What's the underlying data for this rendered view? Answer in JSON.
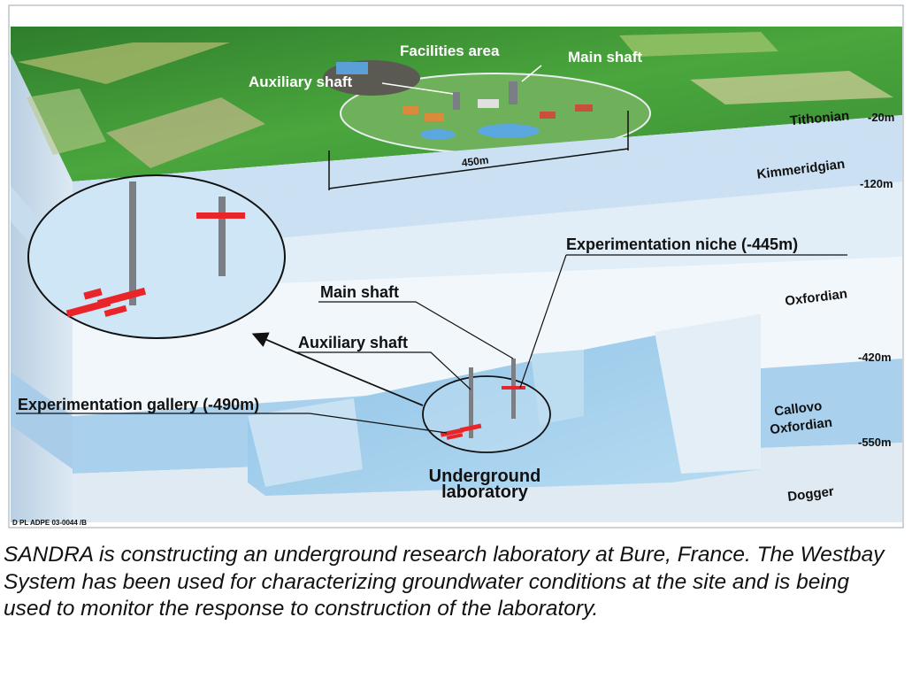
{
  "figure": {
    "labels": {
      "facilities_area": "Facilities area",
      "main_shaft_top": "Main shaft",
      "auxiliary_shaft_top": "Auxiliary shaft",
      "distance": "450m",
      "experimentation_niche": "Experimentation niche (-445m)",
      "main_shaft": "Main shaft",
      "auxiliary_shaft": "Auxiliary shaft",
      "experimentation_gallery": "Experimentation gallery (-490m)",
      "underground_line1": "Underground",
      "underground_line2": "laboratory",
      "credit": "D PL ADPE 03-0044 /B"
    },
    "strata": [
      {
        "name": "Tithonian",
        "depth": "-20m"
      },
      {
        "name": "Kimmeridgian",
        "depth": "-120m"
      },
      {
        "name": "Oxfordian",
        "depth": "-420m"
      },
      {
        "name": "Callovo",
        "name2": "Oxfordian",
        "depth": "-550m"
      },
      {
        "name": "Dogger",
        "depth": ""
      }
    ],
    "colors": {
      "surface_green": "#3f9a36",
      "layer_light_blue": "#cfe3f3",
      "layer_white": "#f4f8fb",
      "layer_mid_blue": "#9ccbeb",
      "gallery_red": "#e8262a",
      "shaft_gray": "#7a7f86"
    }
  },
  "caption": "SANDRA is constructing an underground research laboratory at Bure, France. The Westbay System has been used for characterizing groundwater conditions at the site and is being used to monitor the response to construction of the laboratory."
}
